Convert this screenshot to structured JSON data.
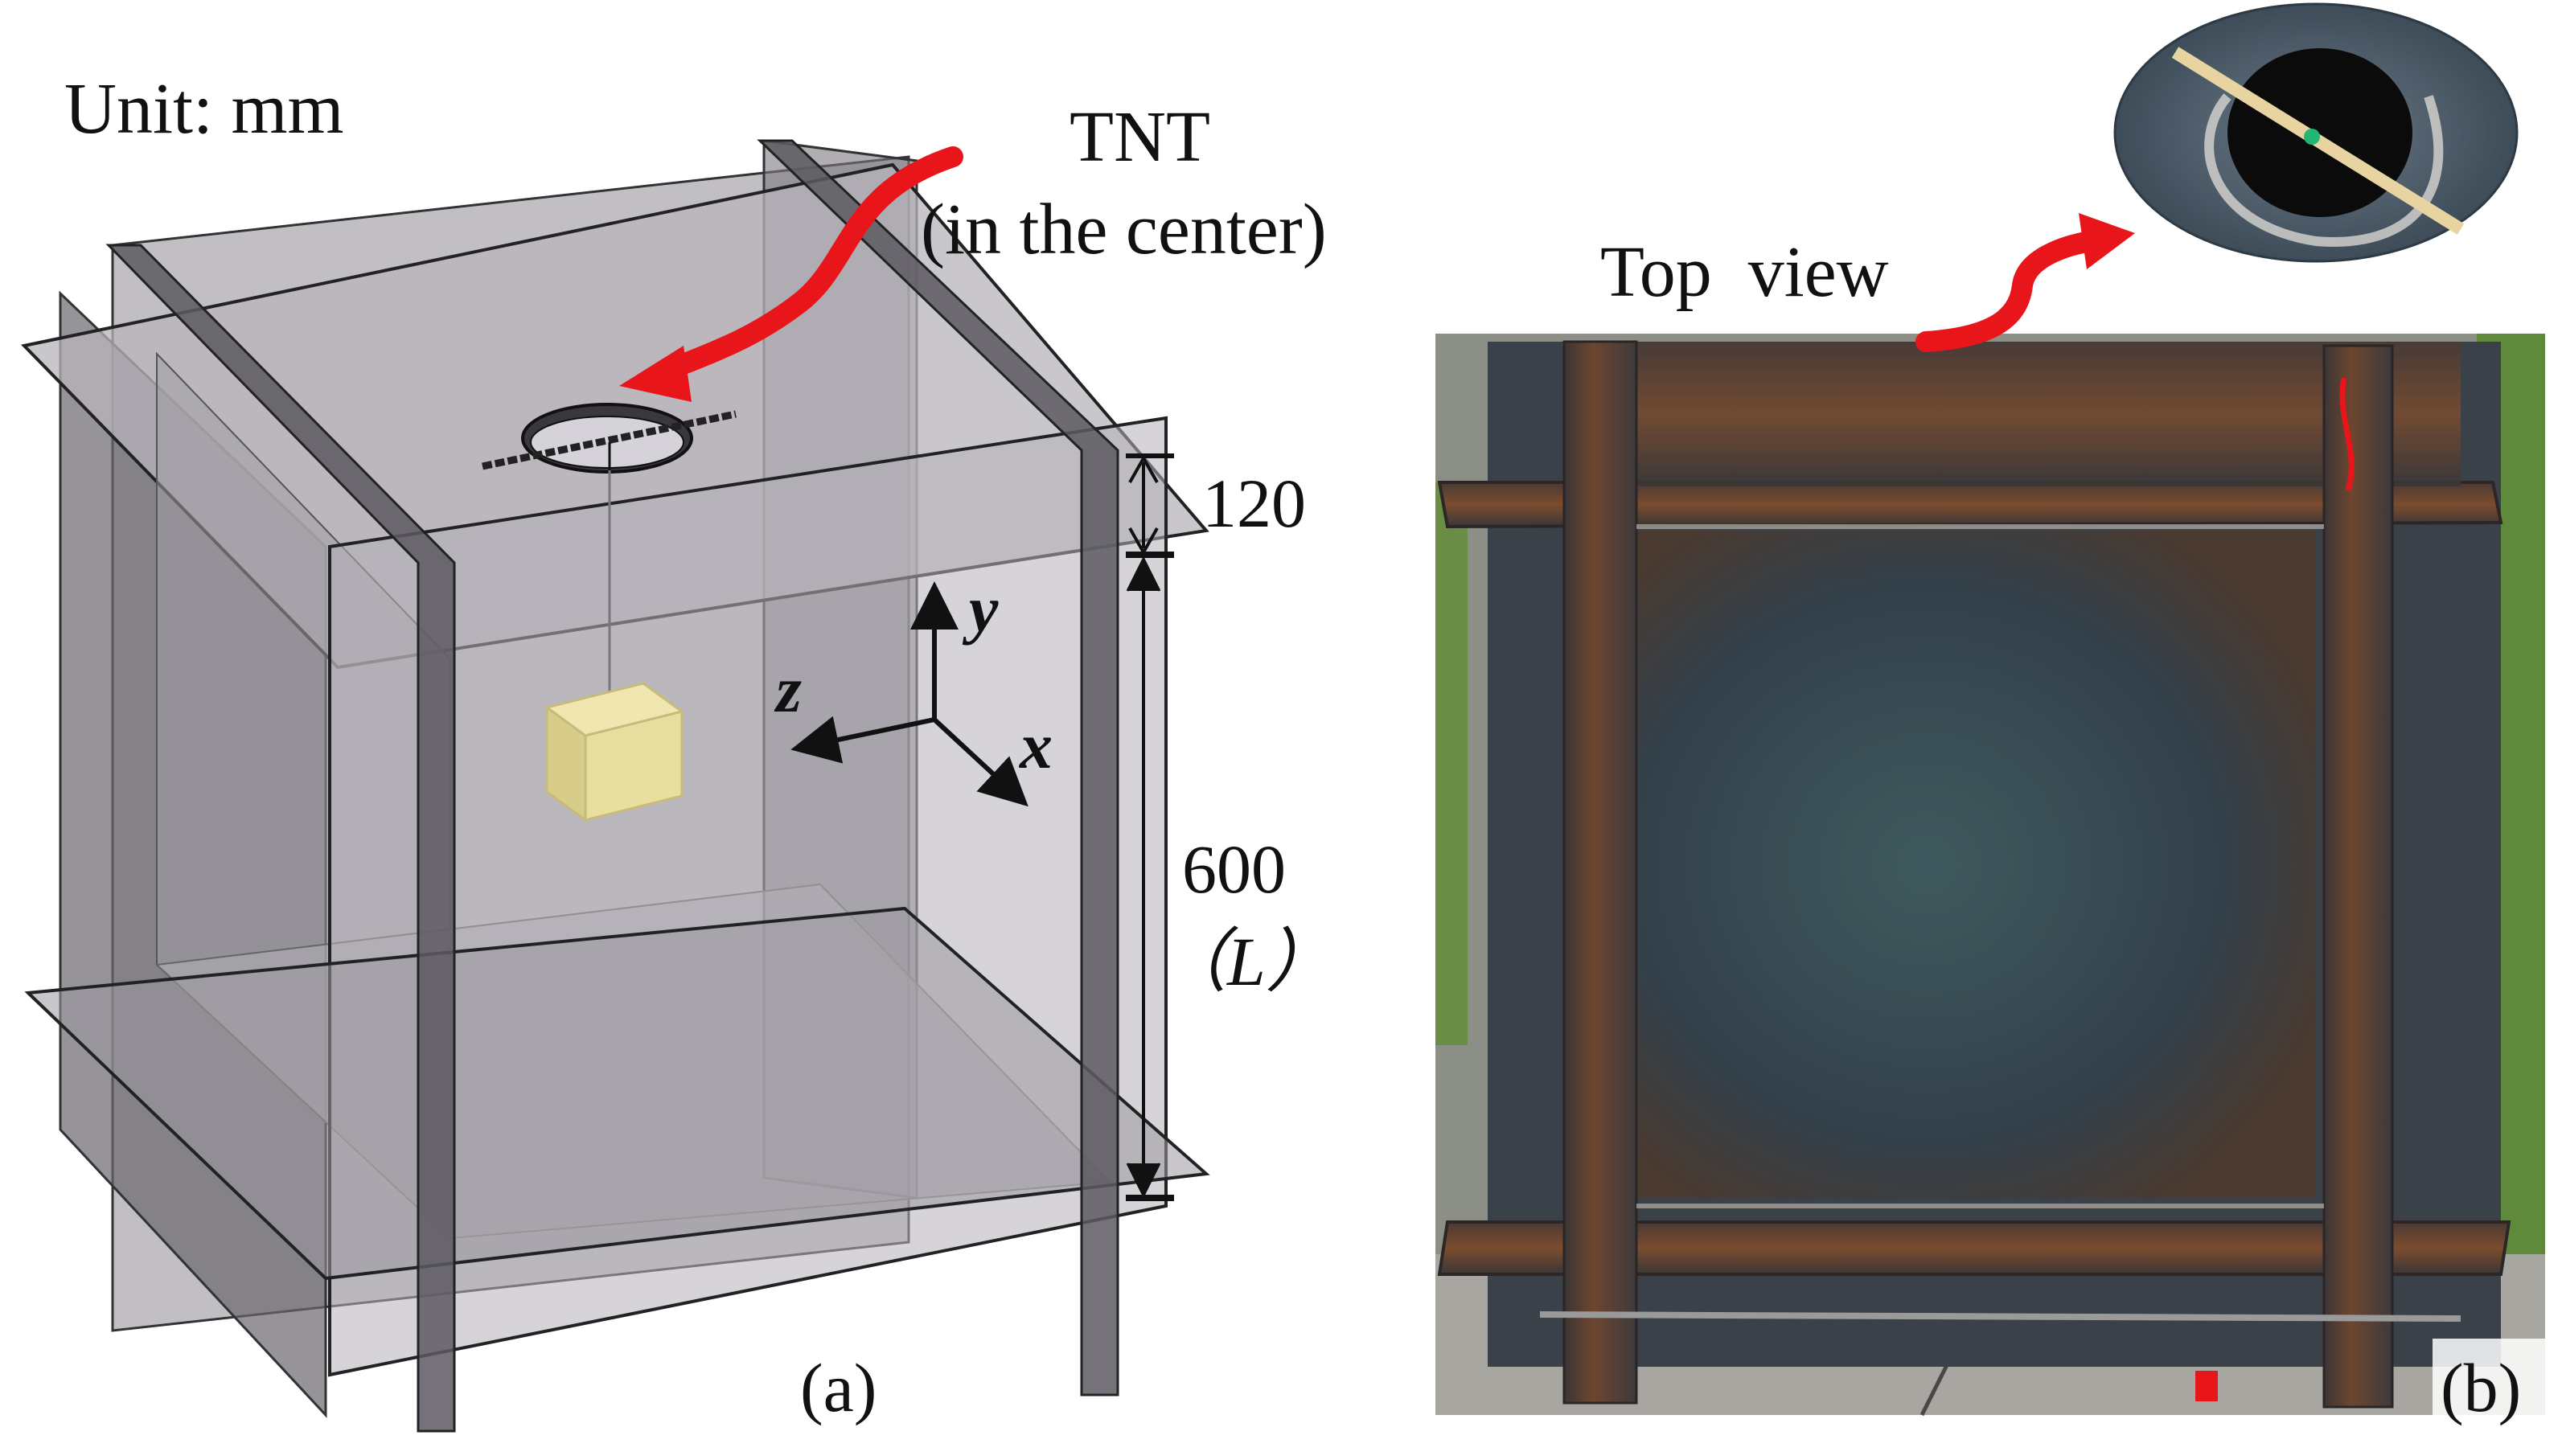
{
  "panel_a": {
    "unit_label": "Unit: mm",
    "tnt_label_line1": "TNT",
    "tnt_label_line2": "(in the center)",
    "dim_top": "120",
    "dim_height": "600",
    "dim_height_symbol": "（L）",
    "axis_y": "y",
    "axis_z": "z",
    "axis_x": "x",
    "caption": "(a)"
  },
  "panel_b": {
    "top_view_label": "Top  view",
    "caption": "(b)"
  },
  "colors": {
    "arrow_red": "#e8161b",
    "plate_gray": "#8e8a92",
    "plate_dark": "#5f5b63",
    "tnt_yellow": "#e7de9f",
    "steel_dark": "#3c4248",
    "rust": "#7a4a2b",
    "grass": "#5f8a3c"
  }
}
